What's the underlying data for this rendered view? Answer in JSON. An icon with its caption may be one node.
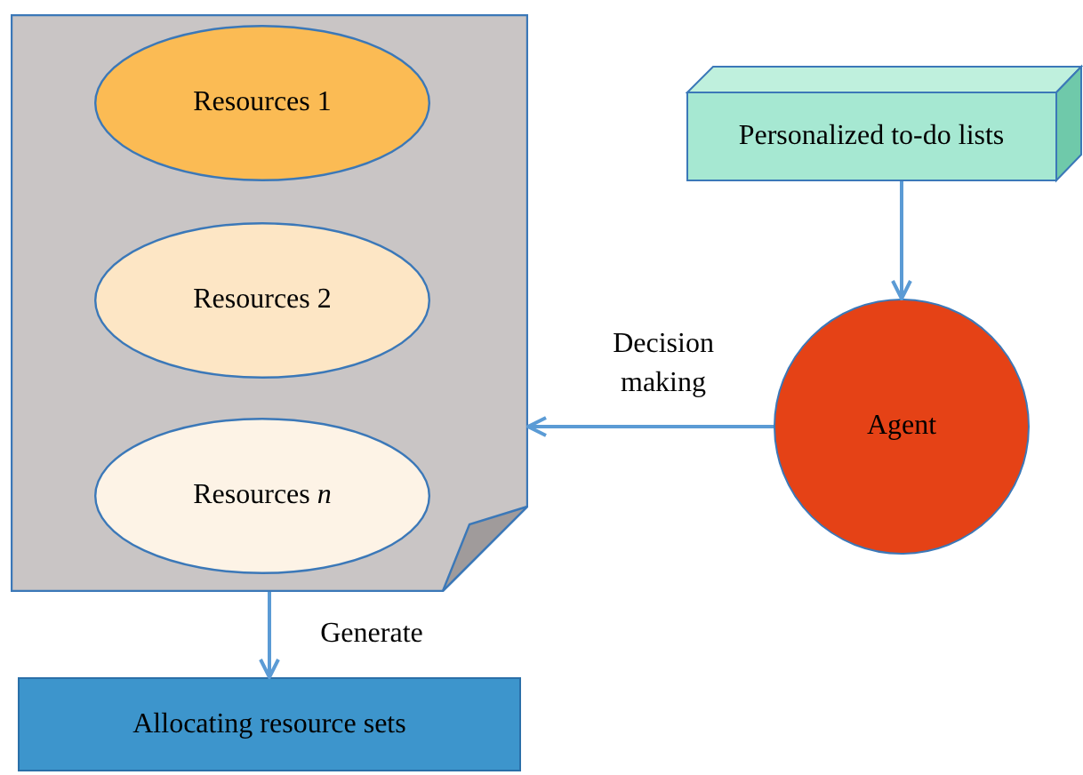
{
  "diagram": {
    "nodes": [
      {
        "text": [],
        "shape": "document"
      },
      {
        "text": [
          "Resources 1"
        ],
        "in": 0
      },
      {
        "text": [
          "Resources 2"
        ],
        "in": 0
      },
      {
        "text": [
          "Resources *n*"
        ],
        "in": 0
      },
      {
        "text": [
          "Allocating resource sets"
        ]
      },
      {
        "text": [
          "Personalized to-do lists"
        ]
      },
      {
        "text": [
          "Agent"
        ]
      }
    ],
    "edges": [
      {
        "from": 5,
        "to": 6,
        "arrow": "to"
      },
      {
        "from": 6,
        "to": 0,
        "arrow": "to",
        "label": "Decision making"
      },
      {
        "from": 0,
        "to": 4,
        "arrow": "to",
        "label": "Generate"
      }
    ]
  }
}
